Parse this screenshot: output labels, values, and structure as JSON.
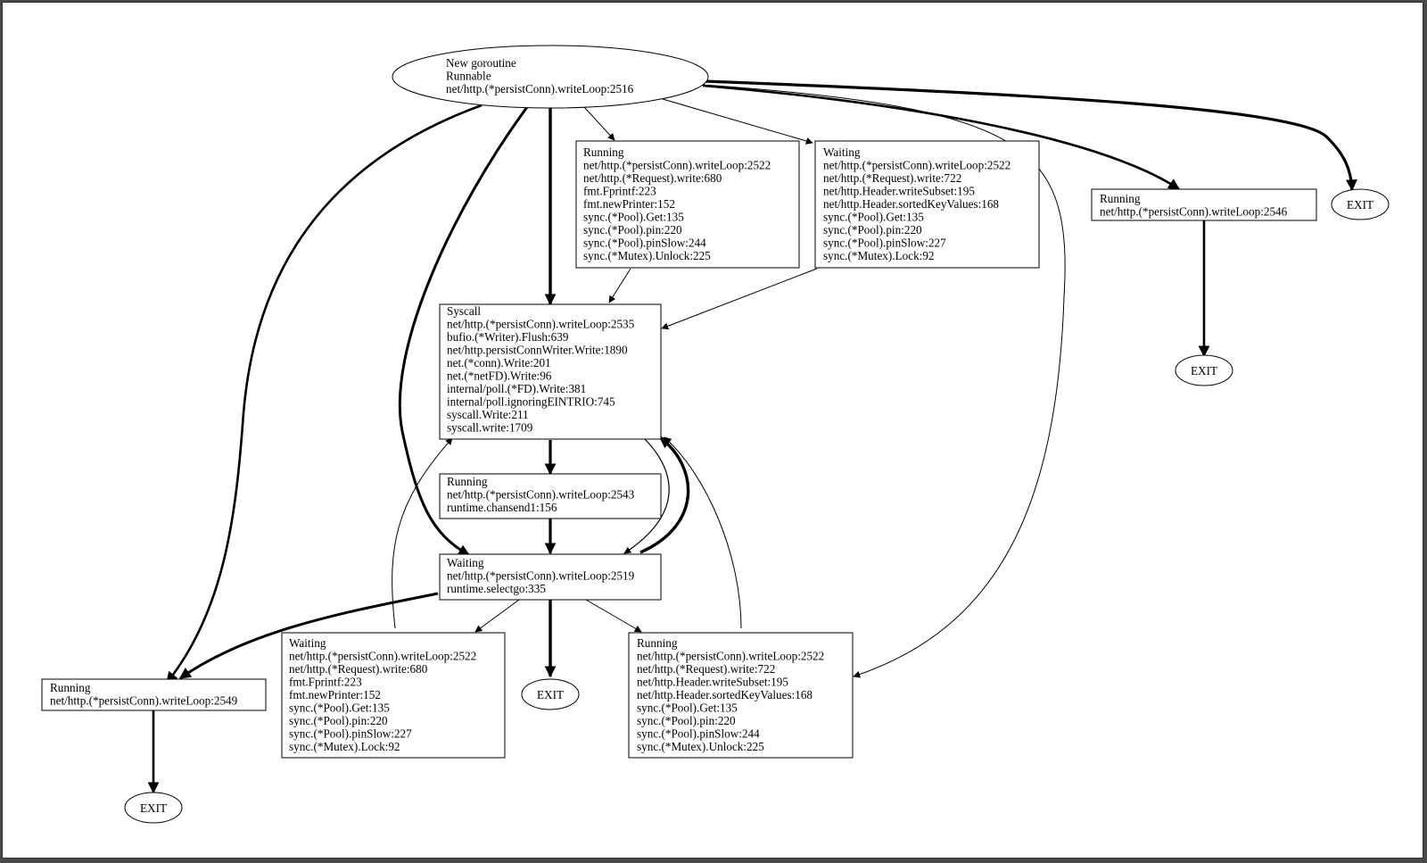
{
  "colors": {
    "page_background": "#ffffff",
    "frame": "#4a4a4a",
    "stroke": "#000000"
  },
  "nodes": {
    "start": [
      "New goroutine",
      "Runnable",
      "net/http.(*persistConn).writeLoop:2516"
    ],
    "running_request_680": [
      "Running",
      "net/http.(*persistConn).writeLoop:2522",
      "net/http.(*Request).write:680",
      "fmt.Fprintf:223",
      "fmt.newPrinter:152",
      "sync.(*Pool).Get:135",
      "sync.(*Pool).pin:220",
      "sync.(*Pool).pinSlow:244",
      "sync.(*Mutex).Unlock:225"
    ],
    "waiting_request_722": [
      "Waiting",
      "net/http.(*persistConn).writeLoop:2522",
      "net/http.(*Request).write:722",
      "net/http.Header.writeSubset:195",
      "net/http.Header.sortedKeyValues:168",
      "sync.(*Pool).Get:135",
      "sync.(*Pool).pin:220",
      "sync.(*Pool).pinSlow:227",
      "sync.(*Mutex).Lock:92"
    ],
    "running_2546": [
      "Running",
      "net/http.(*persistConn).writeLoop:2546"
    ],
    "exit_top_right": [
      "EXIT"
    ],
    "exit_2546": [
      "EXIT"
    ],
    "syscall": [
      "Syscall",
      "net/http.(*persistConn).writeLoop:2535",
      "bufio.(*Writer).Flush:639",
      "net/http.persistConnWriter.Write:1890",
      "net.(*conn).Write:201",
      "net.(*netFD).Write:96",
      "internal/poll.(*FD).Write:381",
      "internal/poll.ignoringEINTRIO:745",
      "syscall.Write:211",
      "syscall.write:1709"
    ],
    "running_2543": [
      "Running",
      "net/http.(*persistConn).writeLoop:2543",
      "runtime.chansend1:156"
    ],
    "waiting_2519": [
      "Waiting",
      "net/http.(*persistConn).writeLoop:2519",
      "runtime.selectgo:335"
    ],
    "running_2549": [
      "Running",
      "net/http.(*persistConn).writeLoop:2549"
    ],
    "exit_2549": [
      "EXIT"
    ],
    "waiting_request_680": [
      "Waiting",
      "net/http.(*persistConn).writeLoop:2522",
      "net/http.(*Request).write:680",
      "fmt.Fprintf:223",
      "fmt.newPrinter:152",
      "sync.(*Pool).Get:135",
      "sync.(*Pool).pin:220",
      "sync.(*Pool).pinSlow:227",
      "sync.(*Mutex).Lock:92"
    ],
    "exit_select": [
      "EXIT"
    ],
    "running_request_722": [
      "Running",
      "net/http.(*persistConn).writeLoop:2522",
      "net/http.(*Request).write:722",
      "net/http.Header.writeSubset:195",
      "net/http.Header.sortedKeyValues:168",
      "sync.(*Pool).Get:135",
      "sync.(*Pool).pin:220",
      "sync.(*Pool).pinSlow:244",
      "sync.(*Mutex).Unlock:225"
    ]
  },
  "edges": [
    {
      "from": "start",
      "to": "running_request_680",
      "weight": "thin"
    },
    {
      "from": "start",
      "to": "waiting_request_722",
      "weight": "thin"
    },
    {
      "from": "start",
      "to": "running_2546",
      "weight": "thick"
    },
    {
      "from": "start",
      "to": "exit_top_right",
      "weight": "thick"
    },
    {
      "from": "start",
      "to": "syscall",
      "weight": "thick"
    },
    {
      "from": "start",
      "to": "waiting_2519",
      "weight": "thick"
    },
    {
      "from": "start",
      "to": "running_2549",
      "weight": "thick"
    },
    {
      "from": "start",
      "to": "running_request_722",
      "weight": "thin"
    },
    {
      "from": "running_request_680",
      "to": "syscall",
      "weight": "thin"
    },
    {
      "from": "waiting_request_722",
      "to": "syscall",
      "weight": "thin"
    },
    {
      "from": "running_2546",
      "to": "exit_2546",
      "weight": "thick"
    },
    {
      "from": "syscall",
      "to": "running_2543",
      "weight": "thick"
    },
    {
      "from": "syscall",
      "to": "waiting_2519",
      "weight": "thin"
    },
    {
      "from": "running_2543",
      "to": "waiting_2519",
      "weight": "thick"
    },
    {
      "from": "waiting_2519",
      "to": "syscall",
      "weight": "thick"
    },
    {
      "from": "waiting_2519",
      "to": "running_2549",
      "weight": "thick"
    },
    {
      "from": "waiting_2519",
      "to": "waiting_request_680",
      "weight": "thin"
    },
    {
      "from": "waiting_2519",
      "to": "exit_select",
      "weight": "thick"
    },
    {
      "from": "waiting_2519",
      "to": "running_request_722",
      "weight": "thin"
    },
    {
      "from": "waiting_request_680",
      "to": "syscall",
      "weight": "thin"
    },
    {
      "from": "running_request_722",
      "to": "syscall",
      "weight": "thin"
    },
    {
      "from": "running_2549",
      "to": "exit_2549",
      "weight": "thick"
    }
  ]
}
